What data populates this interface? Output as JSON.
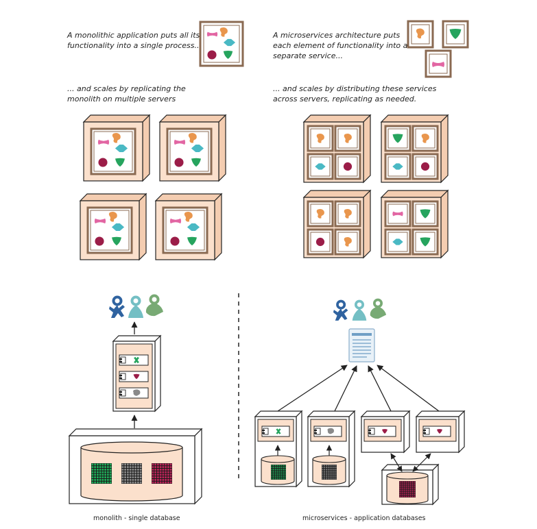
{
  "captions": {
    "monolith_top": [
      "A monolithic application puts all its",
      "functionality into a single process..."
    ],
    "micro_top": [
      "A microservices architecture puts",
      "each element of functionality into a",
      "separate service..."
    ],
    "monolith_scale": [
      "... and scales by replicating the",
      "monolith on multiple servers"
    ],
    "micro_scale": [
      "... and scales by distributing these services",
      "across servers, replicating as needed."
    ]
  },
  "labels": {
    "monolith_db": "monolith - single database",
    "micro_db": "microservices - application databases"
  },
  "colors": {
    "frame": "#8a6a52",
    "server_fill": "#fbe0cc",
    "server_side": "#f6d2b8",
    "orange": "#e9964d",
    "pink": "#e266a3",
    "teal": "#4ab9c4",
    "green": "#26a45e",
    "maroon": "#9b1d48",
    "user_blue": "#2f63a0",
    "user_teal": "#74bfc4",
    "user_green": "#78aa74",
    "grid_green": "#1fae5a",
    "grid_gray": "#8a8a8a",
    "grid_red": "#c0245a"
  },
  "icons": [
    "user-icon",
    "document-icon",
    "database-icon",
    "component-icon"
  ]
}
